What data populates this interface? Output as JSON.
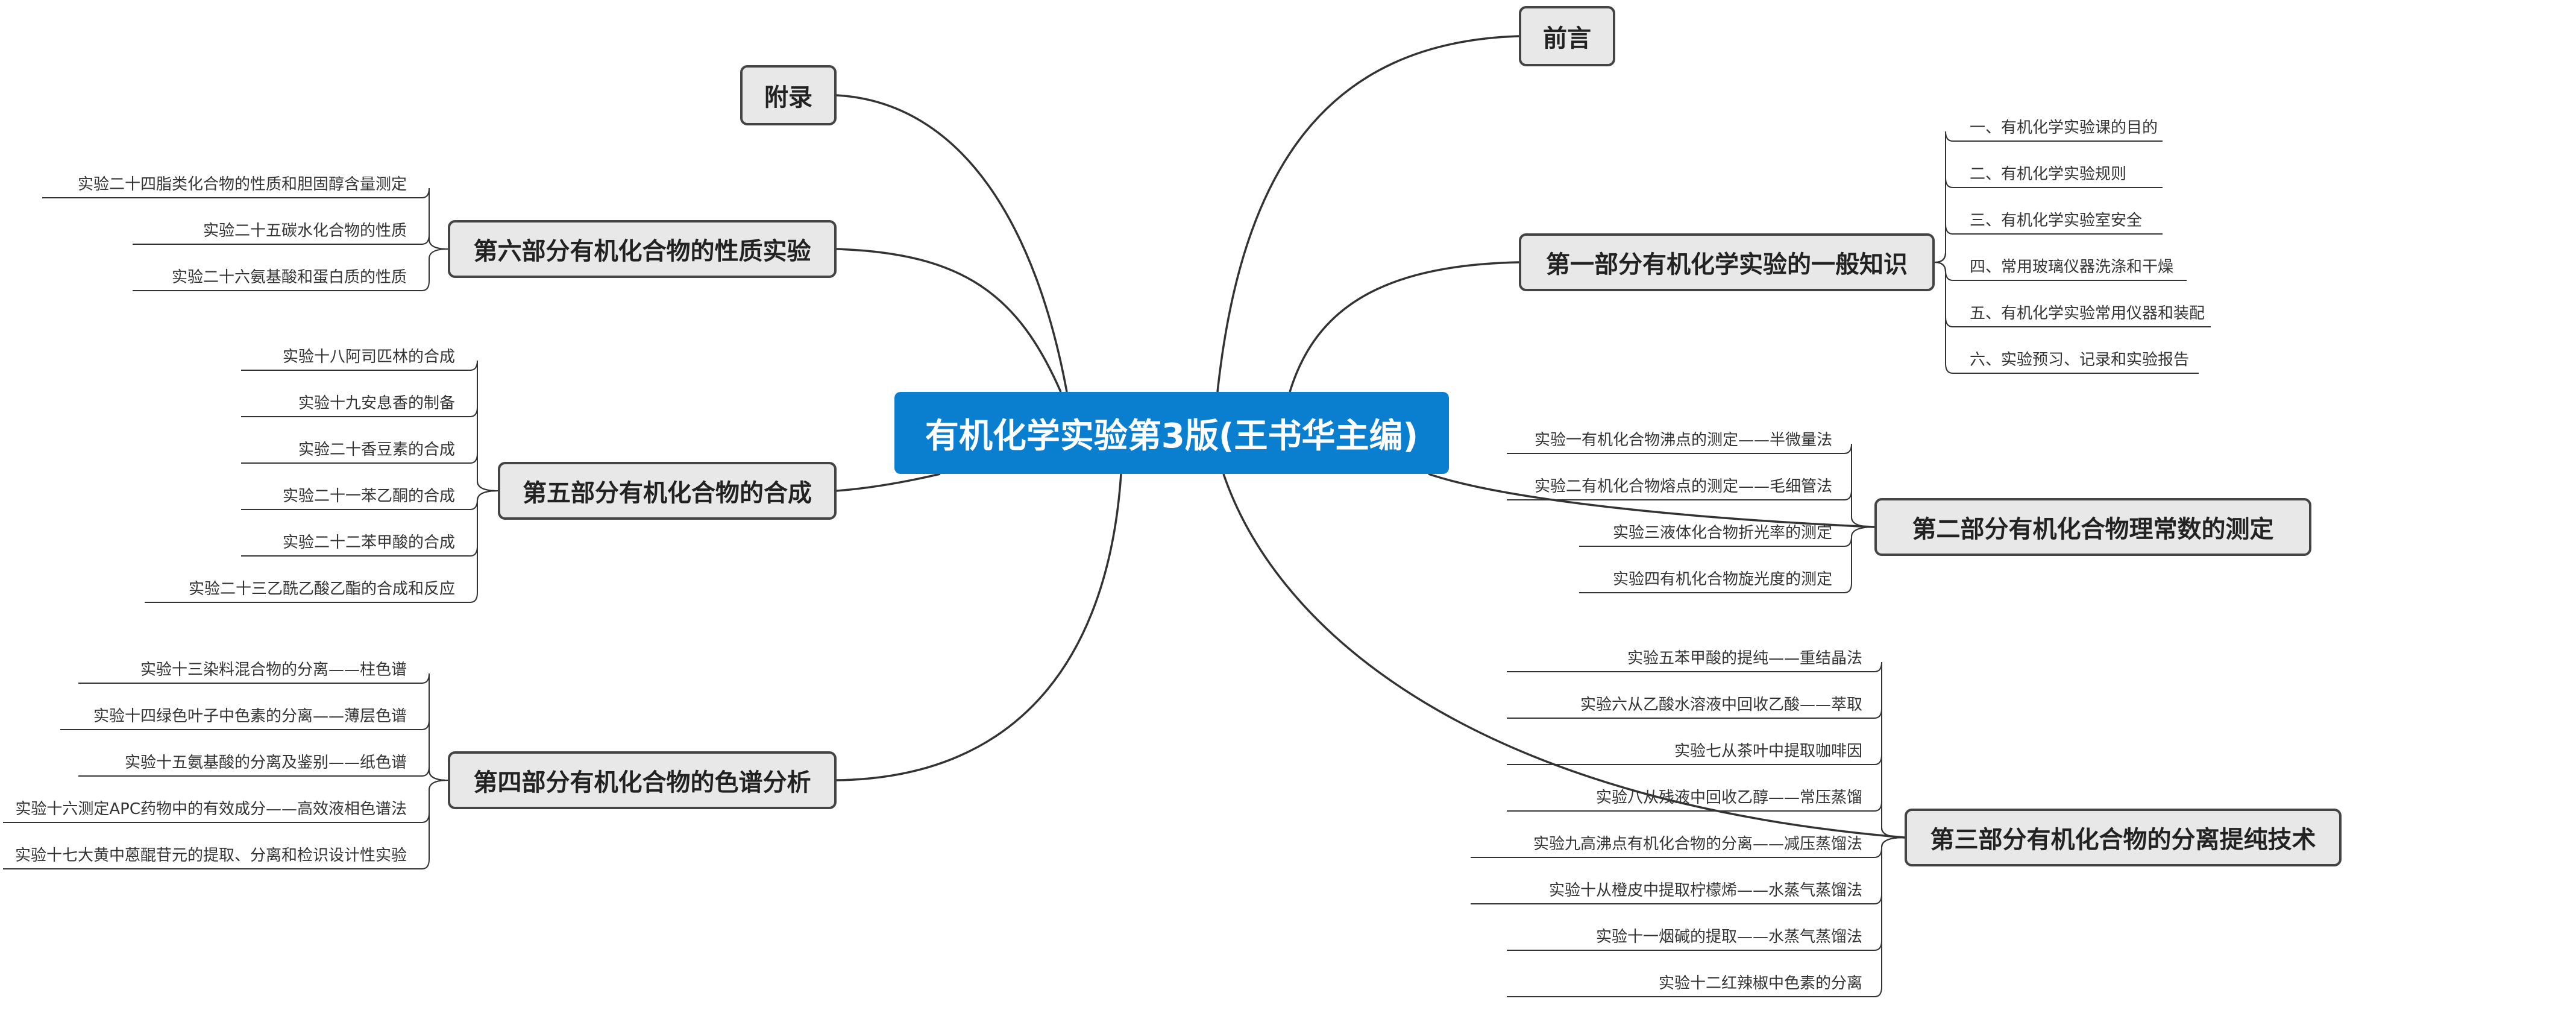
{
  "title": "有机化学实验第3版(王书华主编)",
  "colors": {
    "root_fill": "#0a7fd0",
    "branch_fill": "#e8e8e8",
    "branch_border": "#444444",
    "line": "#333333"
  },
  "branches": [
    {
      "label": "前言",
      "items": []
    },
    {
      "label": "第一部分有机化学实验的一般知识",
      "items": [
        "一、有机化学实验课的目的",
        "二、有机化学实验规则",
        "三、有机化学实验室安全",
        "四、常用玻璃仪器洗涤和干燥",
        "五、有机化学实验常用仪器和装配",
        "六、实验预习、记录和实验报告"
      ]
    },
    {
      "label": "第二部分有机化合物理常数的测定",
      "items": [
        "实验一有机化合物沸点的测定——半微量法",
        "实验二有机化合物熔点的测定——毛细管法",
        "实验三液体化合物折光率的测定",
        "实验四有机化合物旋光度的测定"
      ]
    },
    {
      "label": "第三部分有机化合物的分离提纯技术",
      "items": [
        "实验五苯甲酸的提纯——重结晶法",
        "实验六从乙酸水溶液中回收乙酸——萃取",
        "实验七从茶叶中提取咖啡因",
        "实验八从残液中回收乙醇——常压蒸馏",
        "实验九高沸点有机化合物的分离——减压蒸馏法",
        "实验十从橙皮中提取柠檬烯——水蒸气蒸馏法",
        "实验十一烟碱的提取——水蒸气蒸馏法",
        "实验十二红辣椒中色素的分离"
      ]
    },
    {
      "label": "附录",
      "items": []
    },
    {
      "label": "第六部分有机化合物的性质实验",
      "items": [
        "实验二十四脂类化合物的性质和胆固醇含量测定",
        "实验二十五碳水化合物的性质",
        "实验二十六氨基酸和蛋白质的性质"
      ]
    },
    {
      "label": "第五部分有机化合物的合成",
      "items": [
        "实验十八阿司匹林的合成",
        "实验十九安息香的制备",
        "实验二十香豆素的合成",
        "实验二十一苯乙酮的合成",
        "实验二十二苯甲酸的合成",
        "实验二十三乙酰乙酸乙酯的合成和反应"
      ]
    },
    {
      "label": "第四部分有机化合物的色谱分析",
      "items": [
        "实验十三染料混合物的分离——柱色谱",
        "实验十四绿色叶子中色素的分离——薄层色谱",
        "实验十五氨基酸的分离及鉴别——纸色谱",
        "实验十六测定APC药物中的有效成分——高效液相色谱法",
        "实验十七大黄中蒽醌苷元的提取、分离和检识设计性实验"
      ]
    }
  ]
}
